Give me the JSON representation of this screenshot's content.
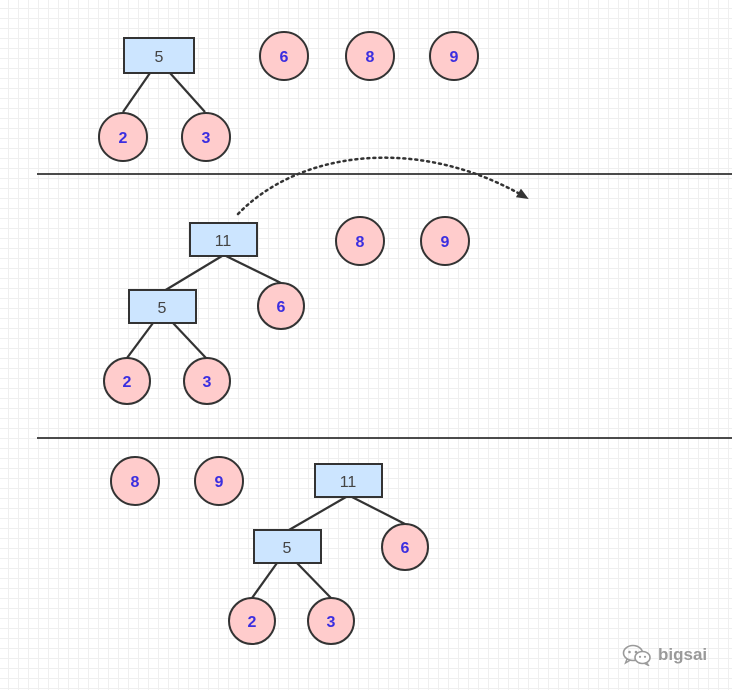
{
  "diagram": {
    "panels": [
      {
        "rect_nodes": [
          "5"
        ],
        "circle_nodes": [
          "2",
          "3",
          "6",
          "8",
          "9"
        ]
      },
      {
        "rect_nodes": [
          "11",
          "5"
        ],
        "circle_nodes": [
          "6",
          "2",
          "3",
          "8",
          "9"
        ]
      },
      {
        "rect_nodes": [
          "11",
          "5"
        ],
        "circle_nodes": [
          "8",
          "9",
          "6",
          "2",
          "3"
        ]
      }
    ],
    "colors": {
      "rect_fill": "#cce5ff",
      "circle_fill": "#ffcccc",
      "circle_text": "#3b2ee0",
      "rect_text": "#444444",
      "stroke": "#333333"
    }
  },
  "watermark": {
    "icon": "wechat-icon",
    "text": "bigsai"
  }
}
